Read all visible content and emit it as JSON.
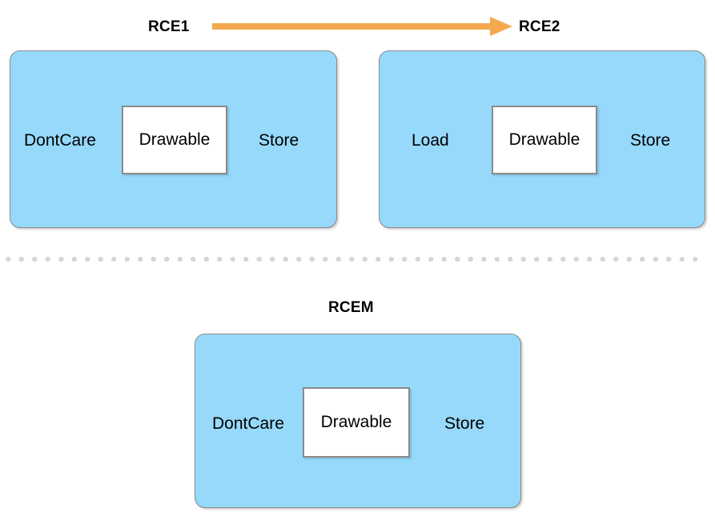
{
  "diagram": {
    "title_visible": false,
    "colors": {
      "panel_fill": "#96D9FB",
      "panel_border": "#8a8a8a",
      "inner_box_fill": "#ffffff",
      "inner_box_border": "#8a8a8a",
      "arrow": "#F5A94E",
      "dotted_line": "#d6d6d6",
      "text": "#000000",
      "background": "#ffffff"
    },
    "sections": {
      "top": {
        "left": {
          "heading": "RCE1",
          "left_label": "DontCare",
          "center_box_label": "Drawable",
          "right_label": "Store"
        },
        "right": {
          "heading": "RCE2",
          "left_label": "Load",
          "center_box_label": "Drawable",
          "right_label": "Store"
        },
        "transition": {
          "icon": "right-arrow-icon",
          "from": "RCE1",
          "to": "RCE2"
        }
      },
      "separator": {
        "style": "dotted",
        "icon": "dotted-divider-icon"
      },
      "bottom": {
        "heading": "RCEM",
        "left_label": "DontCare",
        "center_box_label": "Drawable",
        "right_label": "Store"
      }
    }
  }
}
